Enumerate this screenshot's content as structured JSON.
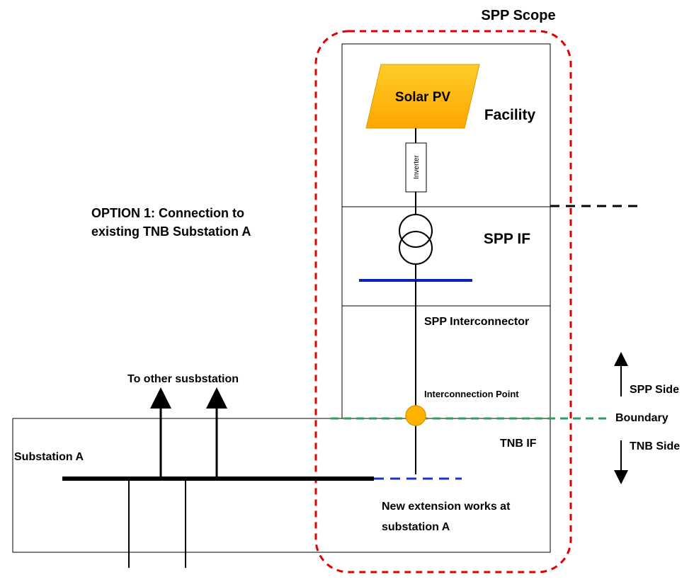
{
  "title": "SPP Scope",
  "option": {
    "line1": "OPTION 1: Connection to",
    "line2": "existing TNB Substation A"
  },
  "solar_pv": "Solar PV",
  "inverter": "Inverter",
  "facility": "Facility",
  "spp_if": "SPP IF",
  "spp_interconnector": "SPP Interconnector",
  "interconnection_point": "Interconnection Point",
  "boundary": "Boundary",
  "spp_side": "SPP Side",
  "tnb_side": "TNB Side",
  "tnb_if": "TNB IF",
  "substation_a": "Substation A",
  "to_other": "To other susbstation",
  "new_ext": {
    "line1": "New extension works at",
    "line2": "substation A"
  },
  "colors": {
    "scope_border": "#e00000",
    "pv_fill": "#ffb300",
    "pv_stroke": "#d79b00",
    "busbar_blue": "#0a22b5",
    "boundary_green": "#2aa05a",
    "ext_blue": "#1a36c9",
    "point_fill": "#ffb300"
  }
}
